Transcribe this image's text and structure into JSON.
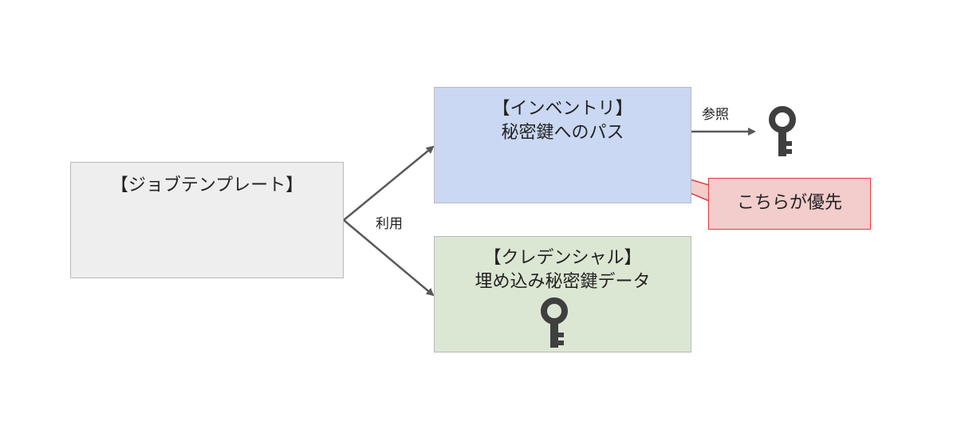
{
  "job_template": {
    "title": "【ジョブテンプレート】"
  },
  "inventory": {
    "title": "【インベントリ】",
    "subtitle": "秘密鍵へのパス"
  },
  "credential": {
    "title": "【クレデンシャル】",
    "subtitle": "埋め込み秘密鍵データ"
  },
  "connectors": {
    "use_label": "利用",
    "ref_label": "参照"
  },
  "callout": {
    "text": "こちらが優先"
  },
  "colors": {
    "job_template_fill": "#eeeeee",
    "inventory_fill": "#cad8f3",
    "credential_fill": "#dce7d3",
    "callout_fill": "#f3cccc",
    "callout_border": "#e33b3b",
    "arrow": "#595959",
    "key": "#3f3f3f"
  },
  "icons": {
    "inventory_ref": "key-icon",
    "credential_embedded": "key-icon"
  }
}
